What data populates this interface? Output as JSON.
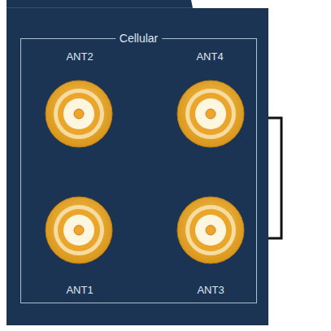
{
  "diagram": {
    "nodes": [
      {
        "text": [
          "Cellular"
        ]
      }
    ],
    "labels": [
      "ANT2",
      "ANT4",
      "ANT1",
      "ANT3"
    ]
  }
}
